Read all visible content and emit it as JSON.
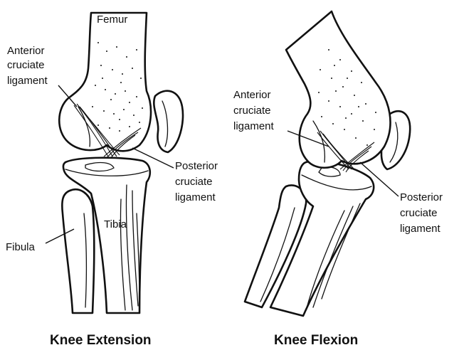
{
  "extension": {
    "title": "Knee Extension",
    "labels": {
      "femur": "Femur",
      "acl": [
        "Anterior",
        "cruciate",
        "ligament"
      ],
      "pcl": [
        "Posterior",
        "cruciate",
        "ligament"
      ],
      "fibula": "Fibula",
      "tibia": "Tibia"
    }
  },
  "flexion": {
    "title": "Knee Flexion",
    "labels": {
      "acl": [
        "Anterior",
        "cruciate",
        "ligament"
      ],
      "pcl": [
        "Posterior",
        "cruciate",
        "ligament"
      ]
    }
  }
}
